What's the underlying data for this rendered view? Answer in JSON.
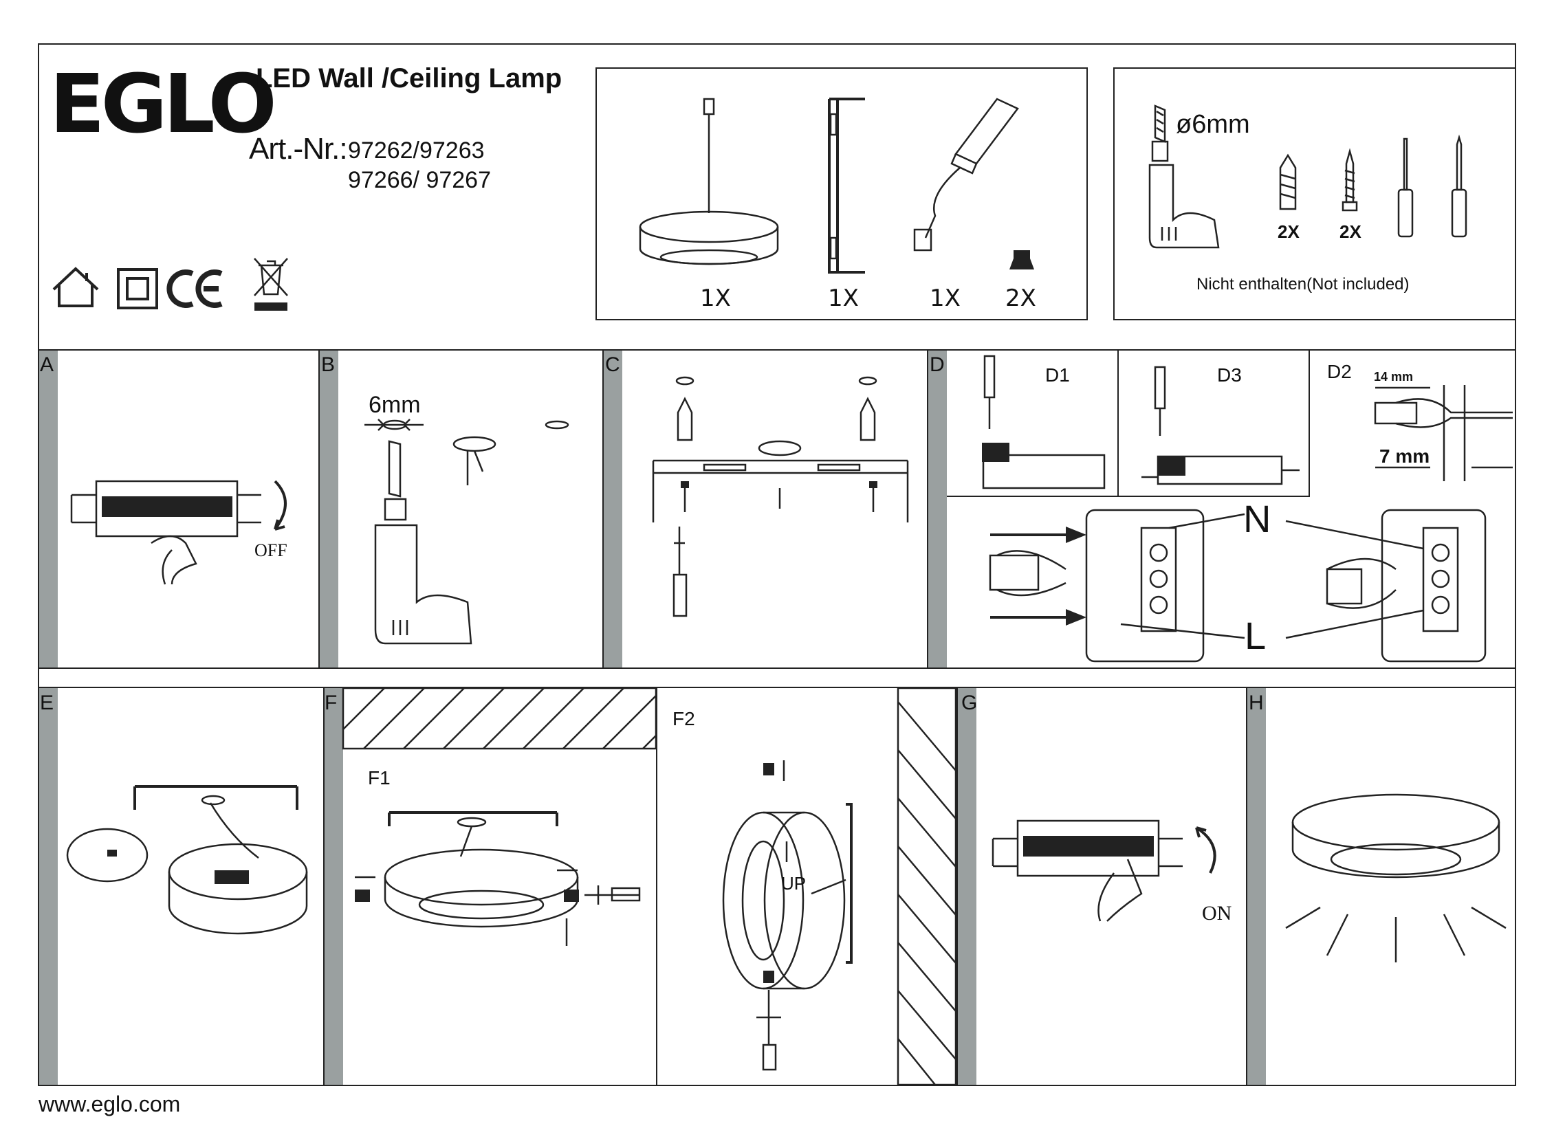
{
  "header": {
    "brand": "EGLO",
    "title": "LED Wall /Ceiling Lamp",
    "art_label": "Art.-Nr.:",
    "art_numbers_1": "97262/97263",
    "art_numbers_2": "97266/ 97267"
  },
  "parts": {
    "lamp_qty": "1X",
    "bracket_qty": "1X",
    "driver_qty": "1X",
    "screw_qty": "2X"
  },
  "tools": {
    "drill_size": "ø6mm",
    "dowel_qty": "2X",
    "screw_qty": "2X",
    "note": "Nicht enthalten(Not included)"
  },
  "steps": {
    "a": {
      "label": "A",
      "text": "OFF"
    },
    "b": {
      "label": "B",
      "dim": "6mm"
    },
    "c": {
      "label": "C"
    },
    "d": {
      "label": "D",
      "d1": "D1",
      "d3": "D3",
      "d2": "D2",
      "strip1": "14 mm",
      "strip2": "7 mm",
      "n": "N",
      "l": "L"
    },
    "e": {
      "label": "E"
    },
    "f": {
      "label": "F",
      "f1": "F1"
    },
    "f2": {
      "label": "F2",
      "up": "UP"
    },
    "g": {
      "label": "G",
      "text": "ON"
    },
    "h": {
      "label": "H"
    }
  },
  "footer": {
    "url": "www.eglo.com"
  },
  "colors": {
    "strip": "#9aa0a0",
    "line": "#222222"
  },
  "icons": [
    "indoor-house-icon",
    "protection-class-ii-icon",
    "ce-mark-icon",
    "weee-bin-icon"
  ]
}
